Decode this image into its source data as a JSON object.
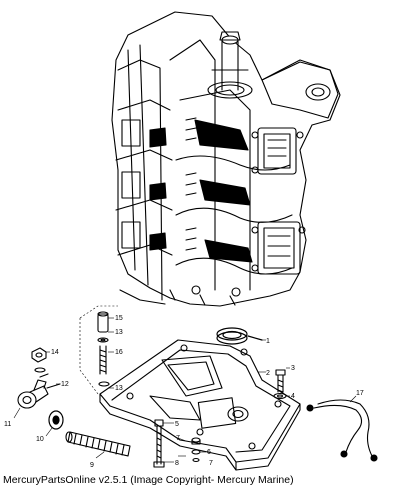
{
  "footer": {
    "copyright": "MercuryPartsOnline v2.5.1 (Image Copyright- Mercury Marine)"
  },
  "callouts": [
    {
      "id": "1",
      "label": "1"
    },
    {
      "id": "2",
      "label": "2"
    },
    {
      "id": "3",
      "label": "3"
    },
    {
      "id": "4",
      "label": "4"
    },
    {
      "id": "5",
      "label": "5"
    },
    {
      "id": "6",
      "label": "6"
    },
    {
      "id": "7a",
      "label": "7"
    },
    {
      "id": "7b",
      "label": "7"
    },
    {
      "id": "8",
      "label": "8"
    },
    {
      "id": "9",
      "label": "9"
    },
    {
      "id": "10",
      "label": "10"
    },
    {
      "id": "11",
      "label": "11"
    },
    {
      "id": "12",
      "label": "12"
    },
    {
      "id": "13a",
      "label": "13"
    },
    {
      "id": "13b",
      "label": "13"
    },
    {
      "id": "14",
      "label": "14"
    },
    {
      "id": "15",
      "label": "15"
    },
    {
      "id": "16",
      "label": "16"
    },
    {
      "id": "17",
      "label": "17"
    }
  ]
}
